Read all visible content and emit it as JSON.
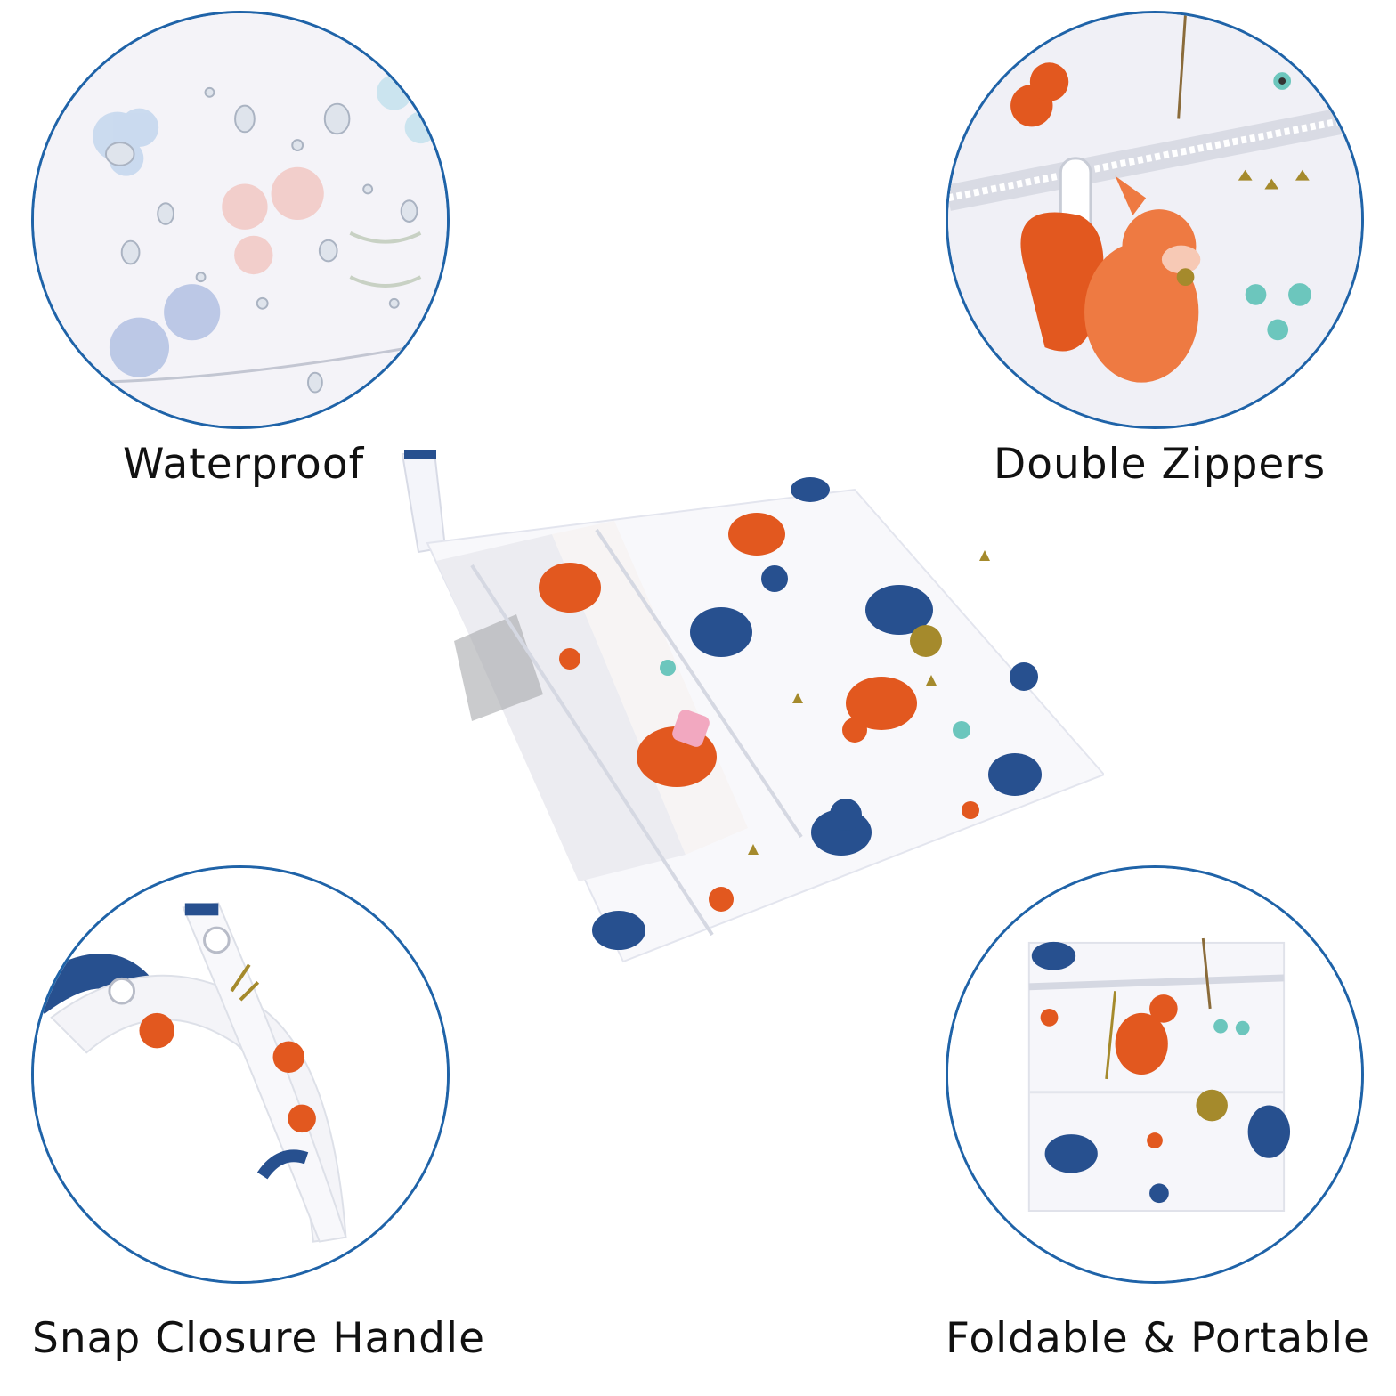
{
  "features": {
    "waterproof": {
      "label": "Waterproof"
    },
    "double_zippers": {
      "label": "Double Zippers"
    },
    "snap_handle": {
      "label": "Snap Closure Handle"
    },
    "foldable": {
      "label": "Foldable & Portable"
    }
  },
  "colors": {
    "circle_border": "#1f63a8",
    "squirrel": "#e2581f",
    "hedgehog": "#27508f",
    "leaf": "#a58a2c",
    "teal": "#6cc6bd",
    "fabric_bg": "#f5f4f9"
  },
  "icons": [
    "water-drop-icon",
    "squirrel-icon",
    "hedgehog-icon",
    "flower-icon",
    "zipper-pull-icon",
    "snap-button-icon"
  ]
}
